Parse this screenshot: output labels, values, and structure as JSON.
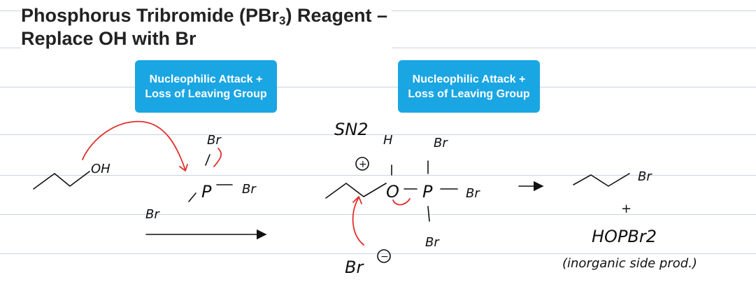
{
  "slide": {
    "title_main": "Phosphorus Tribromide (PBr",
    "title_sub": "3",
    "title_end": ") Reagent –",
    "title_line2": "Replace OH with Br"
  },
  "step_boxes": [
    {
      "line1": "Nucleophilic Attack +",
      "line2": "Loss of Leaving Group"
    },
    {
      "line1": "Nucleophilic Attack +",
      "line2": "Loss of Leaving Group"
    }
  ],
  "handwriting": {
    "mechanism_label": "SN2",
    "alcohol_oh": "OH",
    "p_atom": "P",
    "br": "Br",
    "h_atom": "H",
    "o_atom": "O",
    "plus_charge": "+",
    "minus_charge": "−",
    "plus_sign": "+",
    "side_product": "HOPBr2",
    "side_product_note": "(inorganic side prod.)"
  },
  "colors": {
    "box_fill": "#1aa6e3",
    "ink": "#111111",
    "arrow_ink": "#e0302c",
    "rule": "#c9d3df"
  }
}
